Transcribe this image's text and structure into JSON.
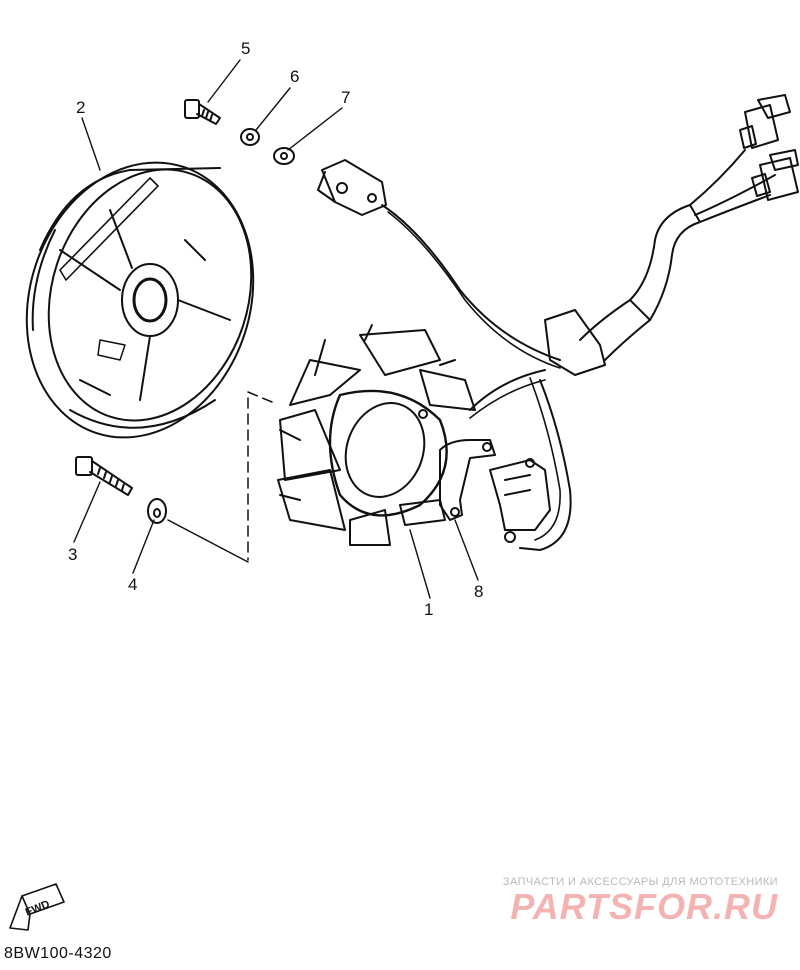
{
  "callouts": [
    {
      "id": "1",
      "label": "1"
    },
    {
      "id": "2",
      "label": "2"
    },
    {
      "id": "3",
      "label": "3"
    },
    {
      "id": "4",
      "label": "4"
    },
    {
      "id": "5",
      "label": "5"
    },
    {
      "id": "6",
      "label": "6"
    },
    {
      "id": "7",
      "label": "7"
    },
    {
      "id": "8",
      "label": "8"
    }
  ],
  "diagram_code": "8BW100-4320",
  "fwd_badge": "FWD",
  "watermark": {
    "tagline": "ЗАПЧАСТИ И АКСЕССУАРЫ ДЛЯ МОТОТЕХНИКИ",
    "brand": "PARTSFOR.RU"
  },
  "colors": {
    "line": "#111111",
    "watermark": "#f3b3b3"
  }
}
